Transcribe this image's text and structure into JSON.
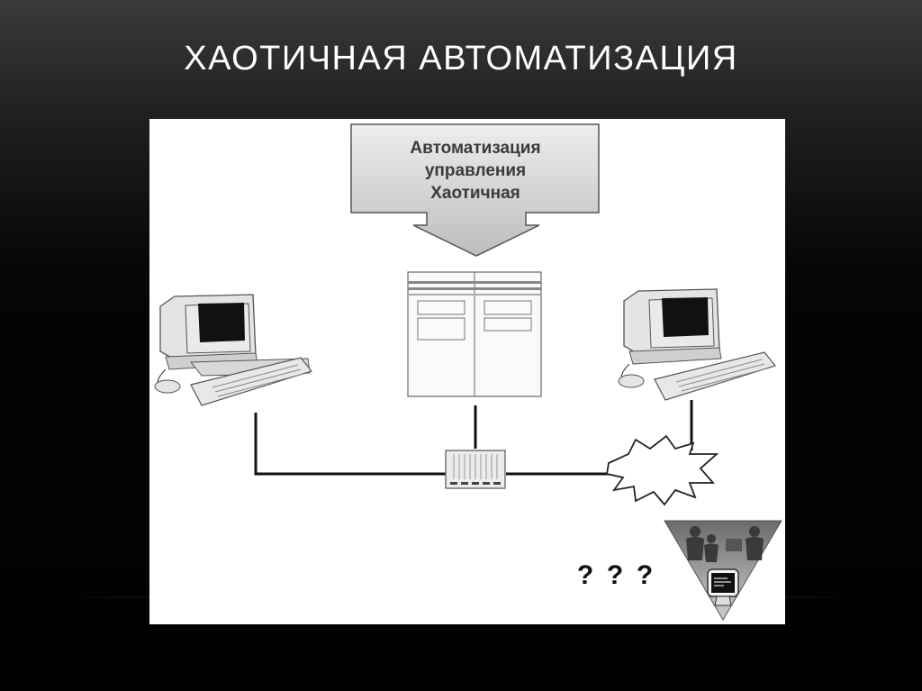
{
  "slide": {
    "title": "Хаотичная автоматизация"
  },
  "diagram": {
    "header_lines": [
      "Автоматизация",
      "управления",
      "Хаотичная"
    ],
    "question_marks": [
      "?",
      "?",
      "?"
    ]
  }
}
